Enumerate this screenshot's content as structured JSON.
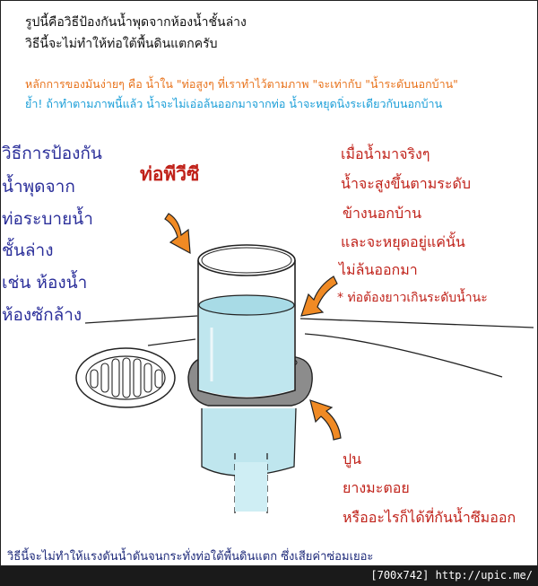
{
  "header": {
    "line1": "รูปนี้คือวิธีป้องกันน้ำพุดจากห้องน้ำชั้นล่าง",
    "line2": "วิธีนี้จะไม่ทำให้ท่อใต้พื้นดินแตกครับ"
  },
  "principle": {
    "line1": "หลักการของมันง่ายๆ คือ น้ำใน \"ท่อสูงๆ ที่เราทำไว้ตามภาพ \"จะเท่ากับ \"น้ำระดับนอกบ้าน\"",
    "line2": "ย้ำ! ถ้าทำตามภาพนี้แล้ว น้ำจะไม่เอ่อล้นออกมาจากท่อ น้ำจะหยุดนิ่งระเดียวกับนอกบ้าน"
  },
  "left_caption": [
    "วิธีการป้องกัน",
    "น้ำพุดจาก",
    "ท่อระบายน้ำ",
    "ชั้นล่าง",
    "เช่น ห้องน้ำ",
    "ห้องซักล้าง"
  ],
  "pipe_label": "ท่อพีวีซี",
  "right_caption": [
    "เมื่อน้ำมาจริงๆ",
    "น้ำจะสูงขึ้นตามระดับ",
    "ข้างนอกบ้าน",
    "และจะหยุดอยู่แค่นั้น",
    "ไม่ล้นออกมา",
    "* ท่อต้องยาวเกินระดับน้ำนะ"
  ],
  "seal_caption": [
    "ปูน",
    "ยางมะตอย",
    "หรืออะไรก็ได้ที่กันน้ำซึมออก"
  ],
  "bottom_caption": "วิธีนี้จะไม่ทำให้แรงดันน้ำดันจนกระทั่งท่อใต้พื้นดินแตก ซึ่งเสียค่าซ่อมเยอะ",
  "footer": "[700x742] http://upic.me/",
  "colors": {
    "blue_text": "#2b2f9a",
    "red_text": "#c0221a",
    "orange_text": "#e8731c",
    "cyan_text": "#1a9ed8",
    "water": "#bfe6ee",
    "arrow": "#f08a24"
  }
}
